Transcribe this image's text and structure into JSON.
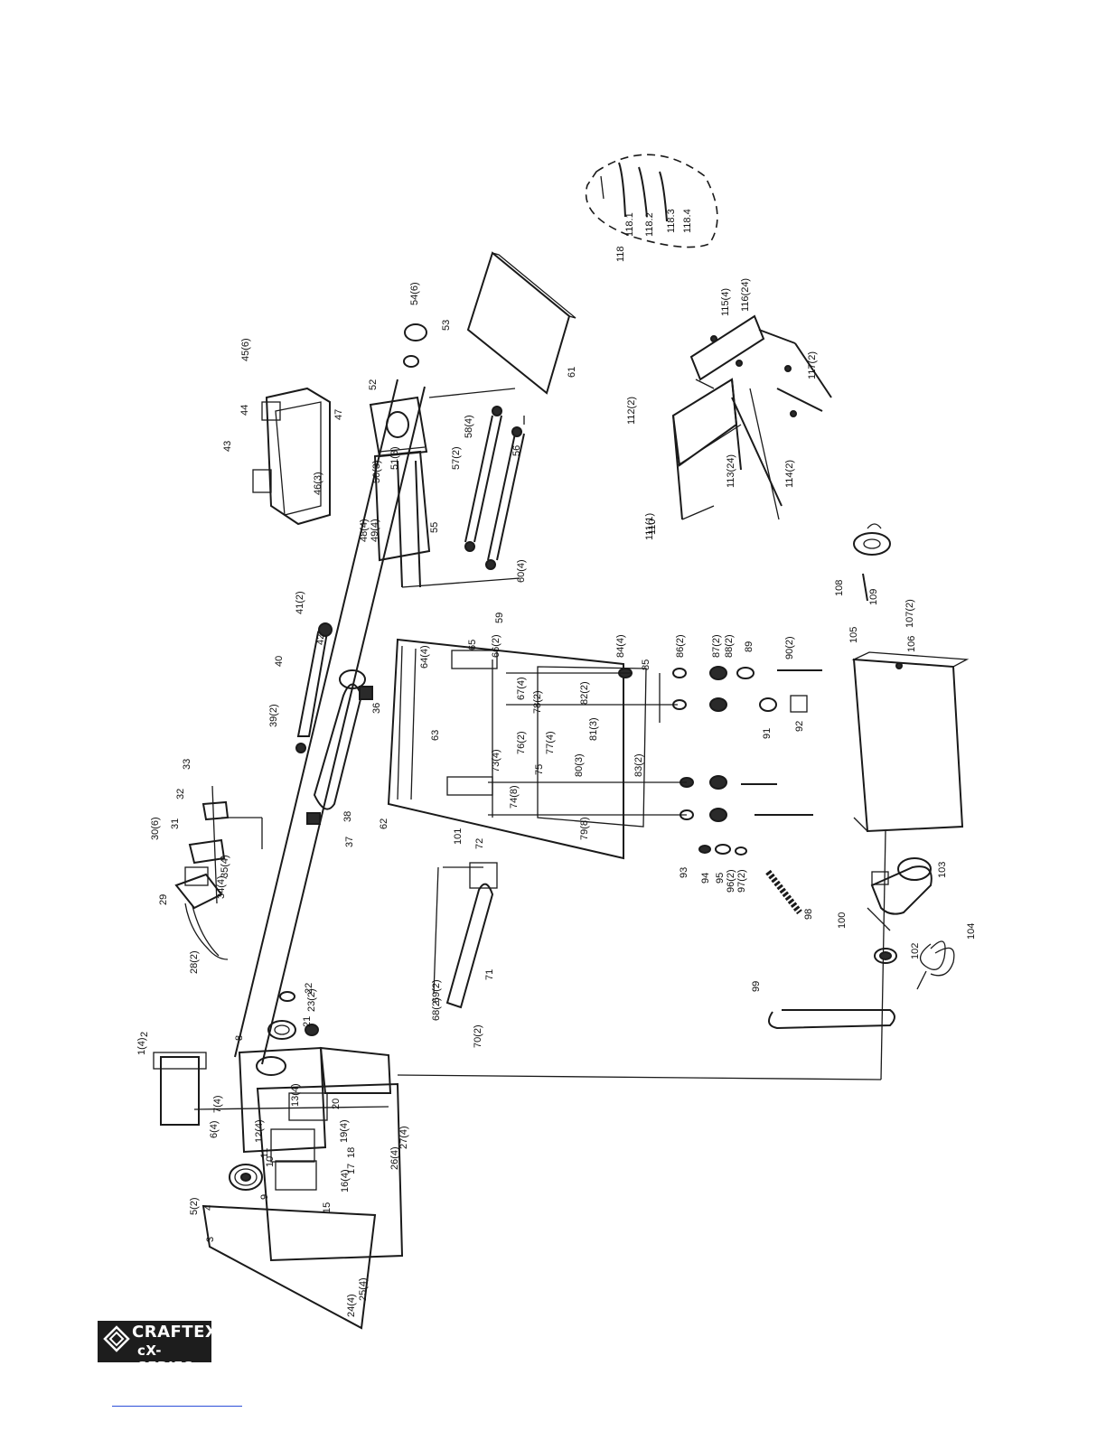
{
  "brand": {
    "name": "CRAFTEX",
    "series": "cX-SERIES"
  },
  "diagram": {
    "callouts": [
      "1(4)",
      "2",
      "8",
      "22",
      "21",
      "23(2)",
      "20",
      "12(4)",
      "13(4)",
      "7(4)",
      "6(4)",
      "5(2)",
      "4",
      "3",
      "9",
      "10",
      "11",
      "15",
      "16(4)",
      "17",
      "18",
      "19(4)",
      "24(4)",
      "25(4)",
      "26(4)",
      "27(4)",
      "28(2)",
      "29",
      "30(6)",
      "31",
      "32",
      "33",
      "34(4)",
      "35(4)",
      "36",
      "37",
      "38",
      "39(2)",
      "40",
      "41(2)",
      "42",
      "43",
      "44",
      "45(6)",
      "46(3)",
      "47",
      "48(4)",
      "49(4)",
      "50(3)",
      "51(3)",
      "52",
      "53",
      "54(6)",
      "55",
      "56",
      "57(2)",
      "58(4)",
      "59",
      "60(4)",
      "61",
      "62",
      "63",
      "64(4)",
      "65",
      "66(2)",
      "67(4)",
      "68(2)",
      "69(2)",
      "70(2)",
      "71",
      "72",
      "73(4)",
      "74(8)",
      "75",
      "76(2)",
      "77(4)",
      "78(2)",
      "79(8)",
      "80(3)",
      "81(3)",
      "82(2)",
      "83(2)",
      "84(4)",
      "85",
      "86(2)",
      "87(2)",
      "88(2)",
      "89",
      "90(2)",
      "91",
      "92",
      "93",
      "94",
      "95",
      "96(2)",
      "97(2)",
      "98",
      "99",
      "100",
      "101",
      "102",
      "103",
      "104",
      "105",
      "106",
      "107(2)",
      "108",
      "109",
      "110",
      "111(1)",
      "112(2)",
      "113(24)",
      "114(2)",
      "115(4)",
      "116(24)",
      "117(2)",
      "118",
      "118.1",
      "118.2",
      "118.3",
      "118.4"
    ]
  }
}
